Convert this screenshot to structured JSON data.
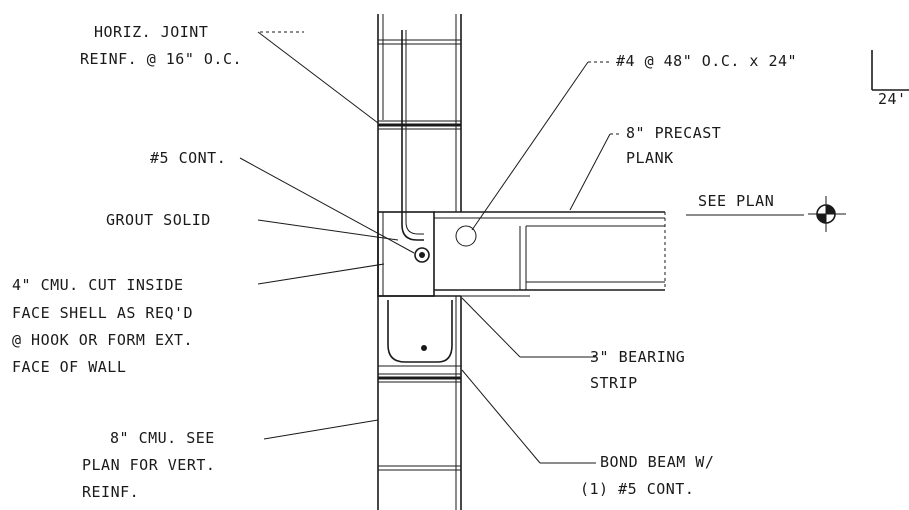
{
  "labels": {
    "horiz_joint_1": "HORIZ. JOINT",
    "horiz_joint_2": "REINF. @ 16\" O.C.",
    "bar_spacing": "#4 @ 48\" O.C. x 24\"",
    "bar_leg": "24'",
    "precast_1": "8\" PRECAST",
    "precast_2": "PLANK",
    "cont5": "#5 CONT.",
    "grout": "GROUT SOLID",
    "see_plan": "SEE PLAN",
    "cmu4_1": "4\" CMU. CUT INSIDE",
    "cmu4_2": "FACE SHELL AS REQ'D",
    "cmu4_3": "@ HOOK OR FORM EXT.",
    "cmu4_4": "FACE OF WALL",
    "bearing_1": "3\" BEARING",
    "bearing_2": "STRIP",
    "cmu8_1": "8\" CMU. SEE",
    "cmu8_2": "PLAN FOR VERT.",
    "cmu8_3": "REINF.",
    "bond_1": "BOND BEAM W/",
    "bond_2": "(1) #5 CONT."
  },
  "icons": {
    "section_marker": "section-marker-icon"
  },
  "colors": {
    "ink": "#1a1a1a",
    "paper": "#ffffff"
  }
}
